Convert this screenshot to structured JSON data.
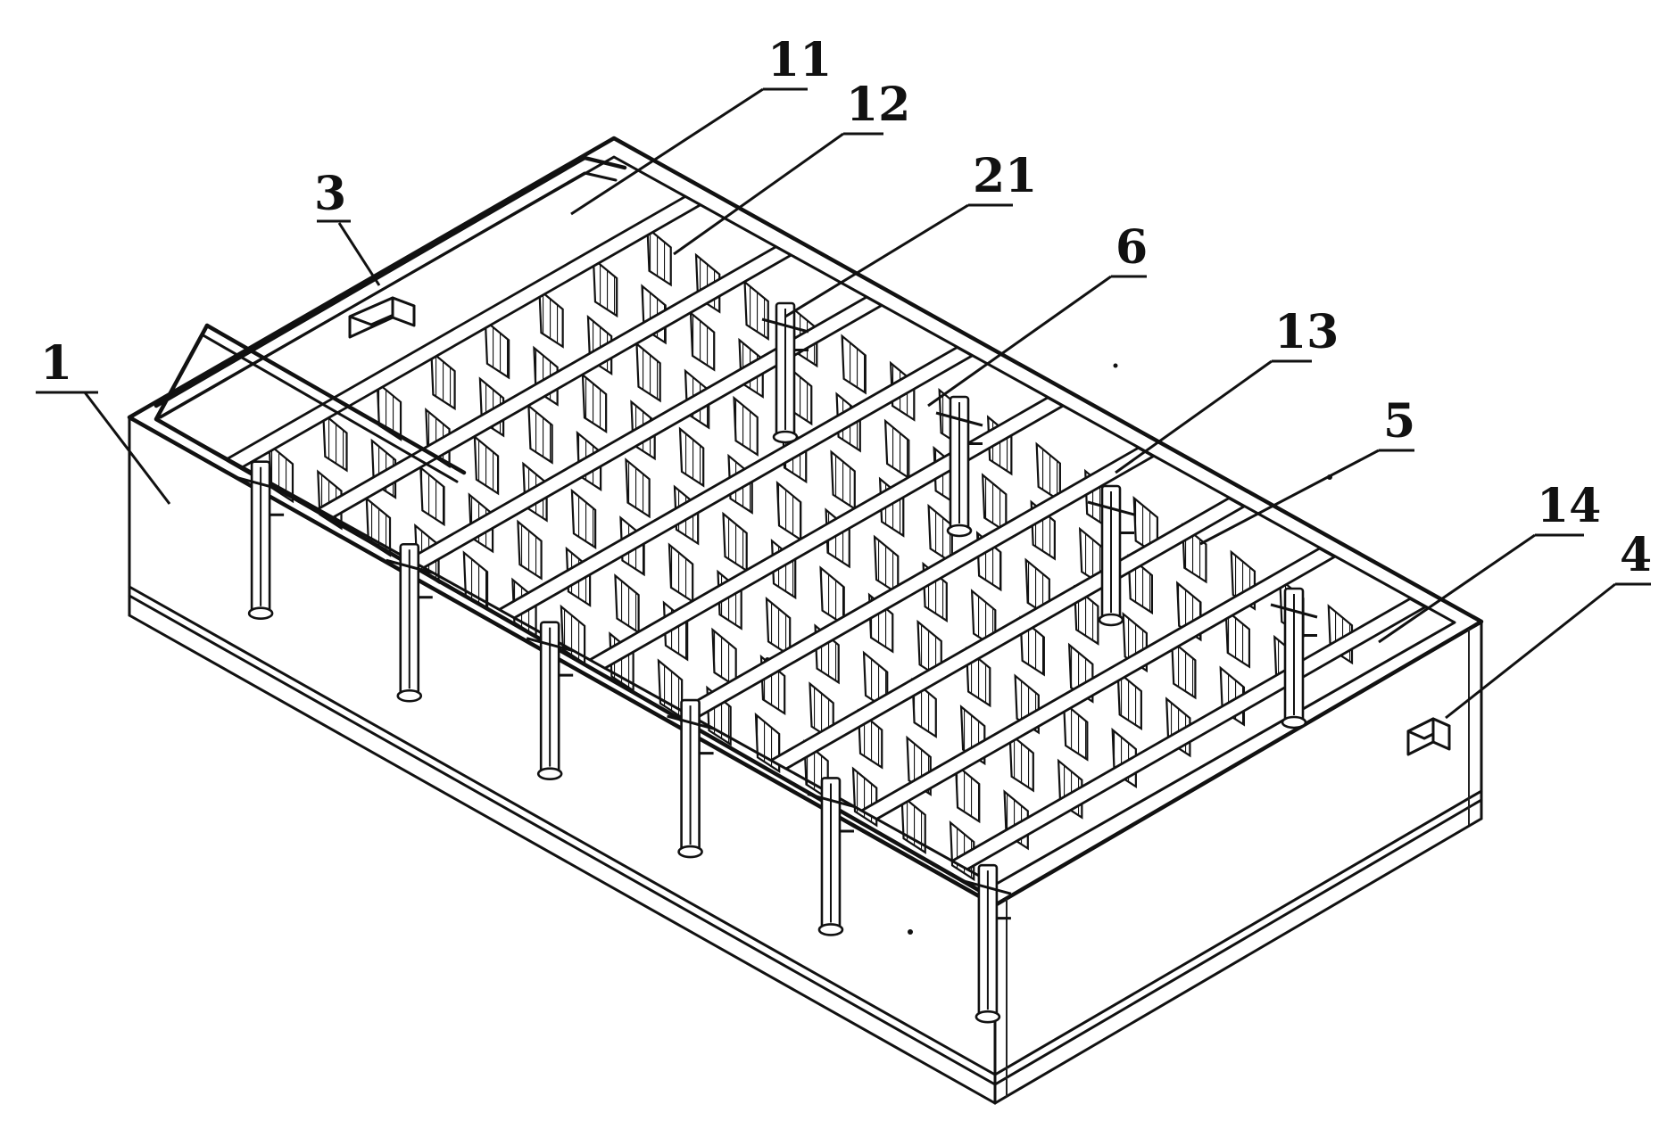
{
  "labels": [
    {
      "id": "1",
      "text": "1"
    },
    {
      "id": "3",
      "text": "3"
    },
    {
      "id": "11",
      "text": "11"
    },
    {
      "id": "12",
      "text": "12"
    },
    {
      "id": "21",
      "text": "21"
    },
    {
      "id": "6",
      "text": "6"
    },
    {
      "id": "13",
      "text": "13"
    },
    {
      "id": "5",
      "text": "5"
    },
    {
      "id": "14",
      "text": "14"
    },
    {
      "id": "4",
      "text": "4"
    }
  ],
  "colors": {
    "ink": "#111111",
    "paper": "#ffffff"
  }
}
